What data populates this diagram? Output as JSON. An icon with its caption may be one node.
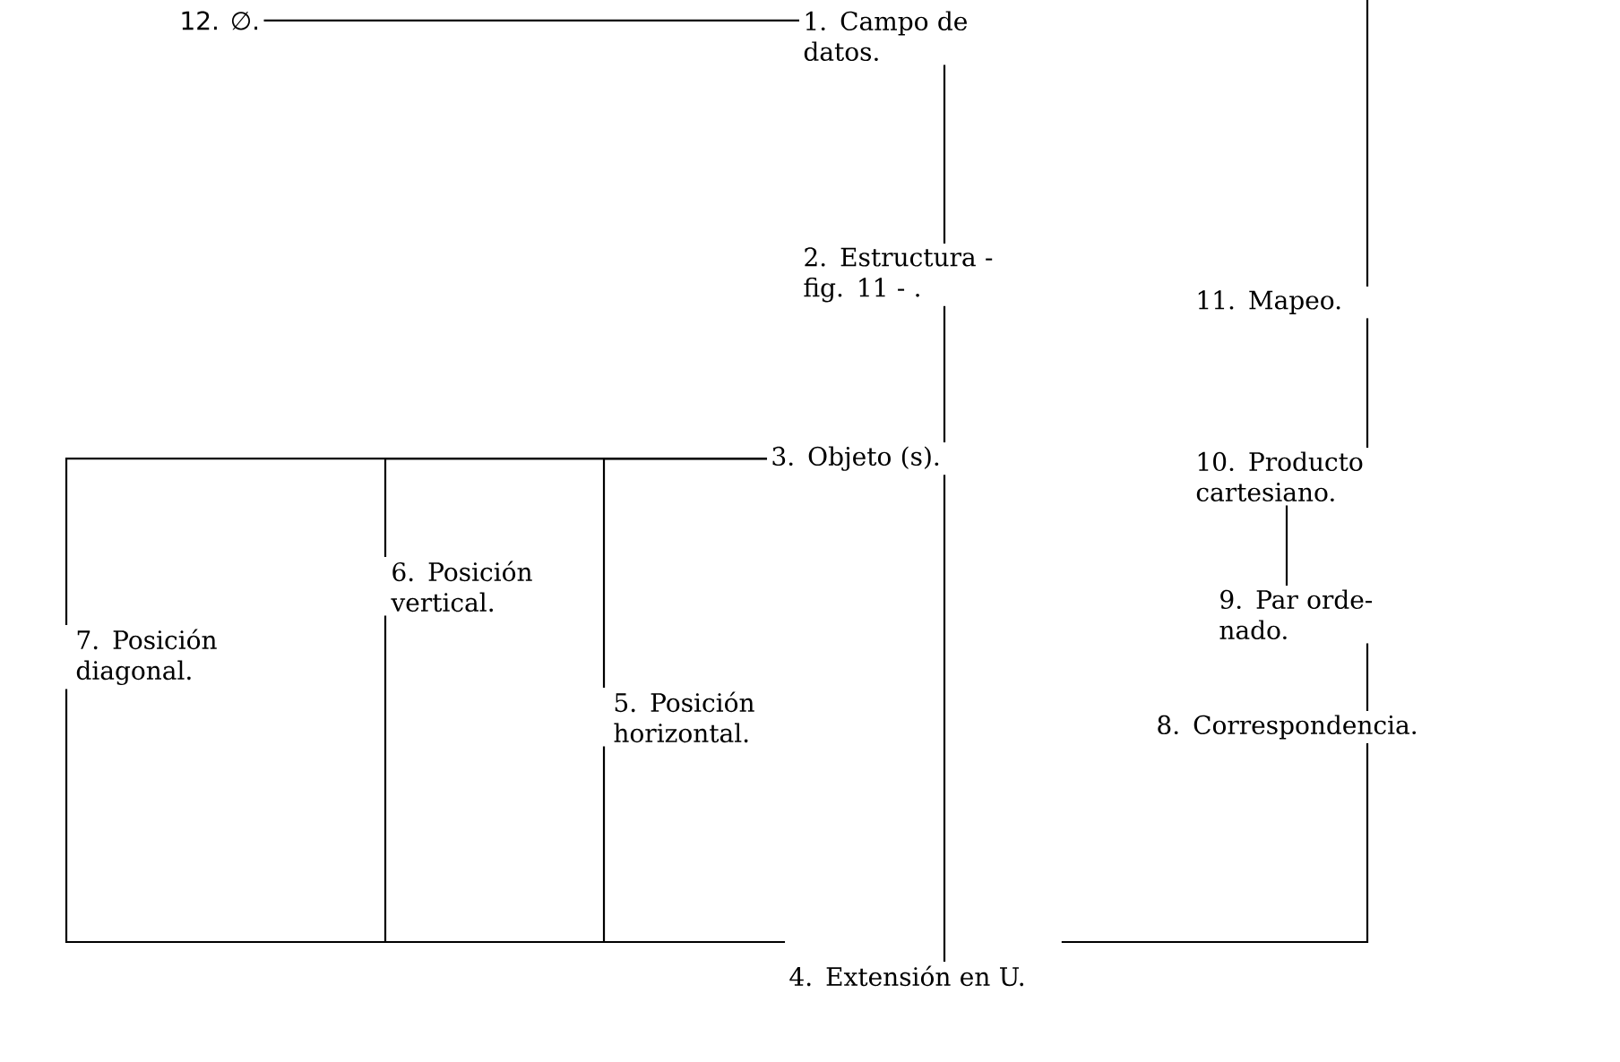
{
  "diagram": {
    "nodes": [
      {
        "text": [
          "12. ∅."
        ]
      },
      {
        "text": [
          "1. Campo de datos."
        ]
      },
      {
        "text": [
          "2. Estructura -fig. 11 - ."
        ]
      },
      {
        "text": [
          "3. Objeto (s)."
        ]
      },
      {
        "text": [
          "4. Extensión en U."
        ]
      },
      {
        "text": [
          "5. Posición horizontal."
        ]
      },
      {
        "text": [
          "6. Posición vertical."
        ]
      },
      {
        "text": [
          "7. Posición diagonal."
        ]
      },
      {
        "text": [
          "8. Correspondencia."
        ]
      },
      {
        "text": [
          "9. Par orde- nado."
        ]
      },
      {
        "text": [
          "10. Producto cartesiano."
        ]
      },
      {
        "text": [
          "11. Mapeo."
        ]
      }
    ],
    "edges": [
      {
        "from": 0,
        "to": 1,
        "arrow": "none"
      },
      {
        "from": 1,
        "to": 2,
        "arrow": "none"
      },
      {
        "from": 2,
        "to": 3,
        "arrow": "none"
      },
      {
        "from": 3,
        "to": 4,
        "arrow": "none"
      },
      {
        "from": 3,
        "to": 7,
        "arrow": "none"
      },
      {
        "from": 3,
        "to": 6,
        "arrow": "none"
      },
      {
        "from": 3,
        "to": 5,
        "arrow": "none"
      },
      {
        "from": 7,
        "to": 4,
        "arrow": "none"
      },
      {
        "from": 6,
        "to": 4,
        "arrow": "none"
      },
      {
        "from": 5,
        "to": 4,
        "arrow": "none"
      },
      {
        "from": 1,
        "to": 11,
        "arrow": "none"
      },
      {
        "from": 11,
        "to": 10,
        "arrow": "none"
      },
      {
        "from": 10,
        "to": 9,
        "arrow": "none"
      },
      {
        "from": 9,
        "to": 8,
        "arrow": "none"
      },
      {
        "from": 8,
        "to": 4,
        "arrow": "none"
      }
    ]
  }
}
